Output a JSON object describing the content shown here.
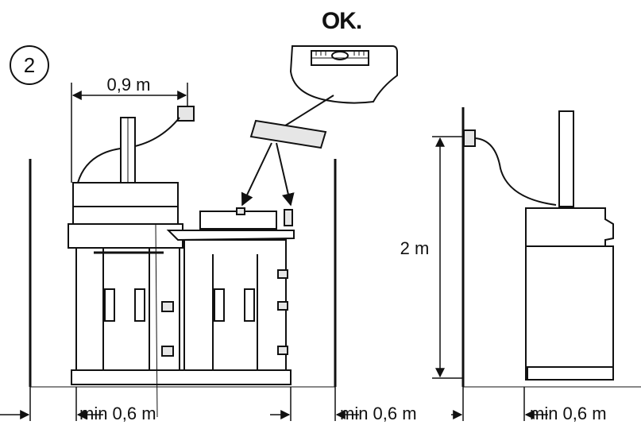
{
  "step_number": "2",
  "ok_label": "OK.",
  "width_label": "0,9 m",
  "height_label": "2 m",
  "clearance_labels": [
    "min 0,6 m",
    "min 0,6 m",
    "min 0,6 m"
  ]
}
